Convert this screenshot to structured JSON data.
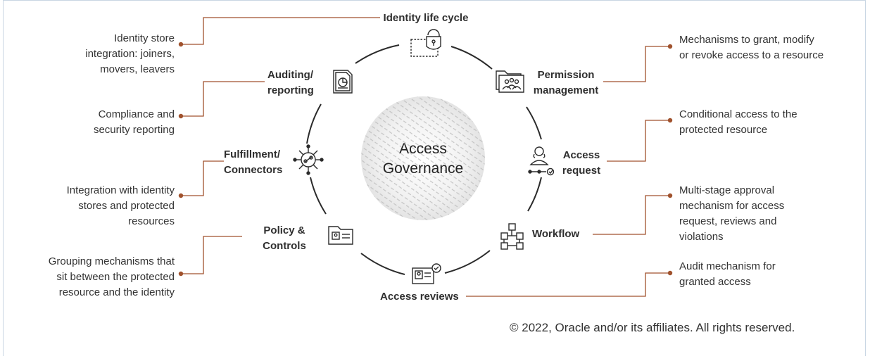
{
  "center": {
    "line1": "Access",
    "line2": "Governance"
  },
  "nodes": {
    "identity_life_cycle": "Identity life cycle",
    "permission_management": [
      "Permission",
      "management"
    ],
    "access_request": [
      "Access",
      "request"
    ],
    "workflow": "Workflow",
    "access_reviews": "Access reviews",
    "policy_controls": [
      "Policy &",
      "Controls"
    ],
    "fulfillment_connectors": [
      "Fulfillment/",
      "Connectors"
    ],
    "auditing_reporting": [
      "Auditing/",
      "reporting"
    ]
  },
  "descriptions": {
    "identity_store": [
      "Identity store",
      "integration: joiners,",
      "movers, leavers"
    ],
    "compliance": [
      "Compliance and",
      "security reporting"
    ],
    "integration": [
      "Integration with identity",
      "stores and protected",
      "resources"
    ],
    "grouping": [
      "Grouping mechanisms that",
      "sit between the protected",
      "resource and the identity"
    ],
    "mechanisms": [
      "Mechanisms to grant, modify",
      "or revoke access to a resource"
    ],
    "conditional": [
      "Conditional access to the",
      "protected resource"
    ],
    "multistage": [
      "Multi-stage approval",
      "mechanism for access",
      "request, reviews and",
      "violations"
    ],
    "audit": [
      "Audit mechanism for",
      "granted access"
    ]
  },
  "copyright": "© 2022, Oracle and/or its affiliates. All rights reserved.",
  "colors": {
    "connector": "#a0522d",
    "dot": "#a0522d",
    "circle": "#2b2b2b",
    "text": "#333333"
  },
  "icons": [
    "lock-icon",
    "folder-people-icon",
    "person-request-icon",
    "workflow-icon",
    "review-card-icon",
    "policy-folder-icon",
    "connector-gear-icon",
    "report-icon"
  ]
}
